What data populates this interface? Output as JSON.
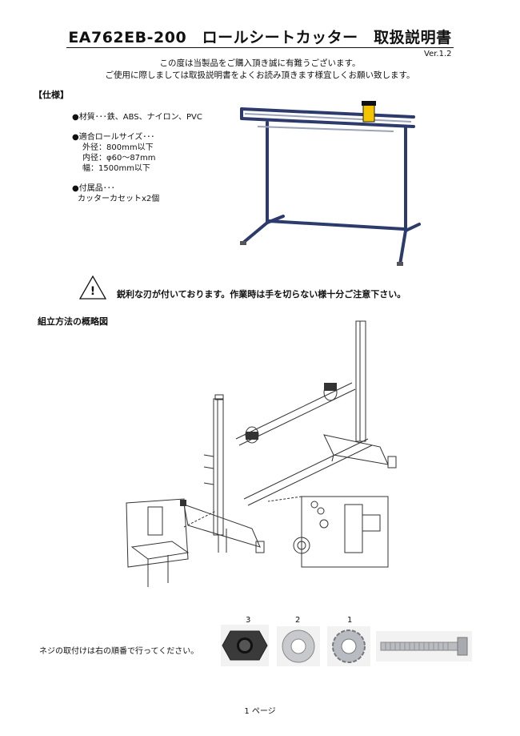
{
  "header": {
    "title": "EA762EB-200　ロールシートカッター　取扱説明書",
    "version": "Ver.1.2",
    "greeting_line1": "この度は当製品をご購入頂き誠に有難うございます。",
    "greeting_line2": "ご使用に際しましては取扱説明書をよくお読み頂きます様宜しくお願い致します。"
  },
  "specs": {
    "heading": "【仕様】",
    "material": "●材質･･･鉄、ABS、ナイロン、PVC",
    "roll_size_title": "●適合ロールサイズ･･･",
    "outer_diameter": "外径：800mm以下",
    "inner_diameter": "内径：φ60～87mm",
    "width": "幅：1500mm以下",
    "accessories_title": "●付属品･･･",
    "accessories": "カッターカセットx2個"
  },
  "warning": {
    "icon": "warning-triangle-icon",
    "text": "鋭利な刃が付いております。作業時は手を切らない様十分ご注意下さい。"
  },
  "assembly": {
    "heading": "組立方法の概略図"
  },
  "screws": {
    "instruction": "ネジの取付けは右の順番で行ってください。",
    "parts": [
      {
        "number": "3",
        "name": "nut"
      },
      {
        "number": "2",
        "name": "flat-washer"
      },
      {
        "number": "1",
        "name": "lock-washer"
      },
      {
        "number": "",
        "name": "bolt"
      }
    ]
  },
  "footer": {
    "page": "1 ページ"
  }
}
